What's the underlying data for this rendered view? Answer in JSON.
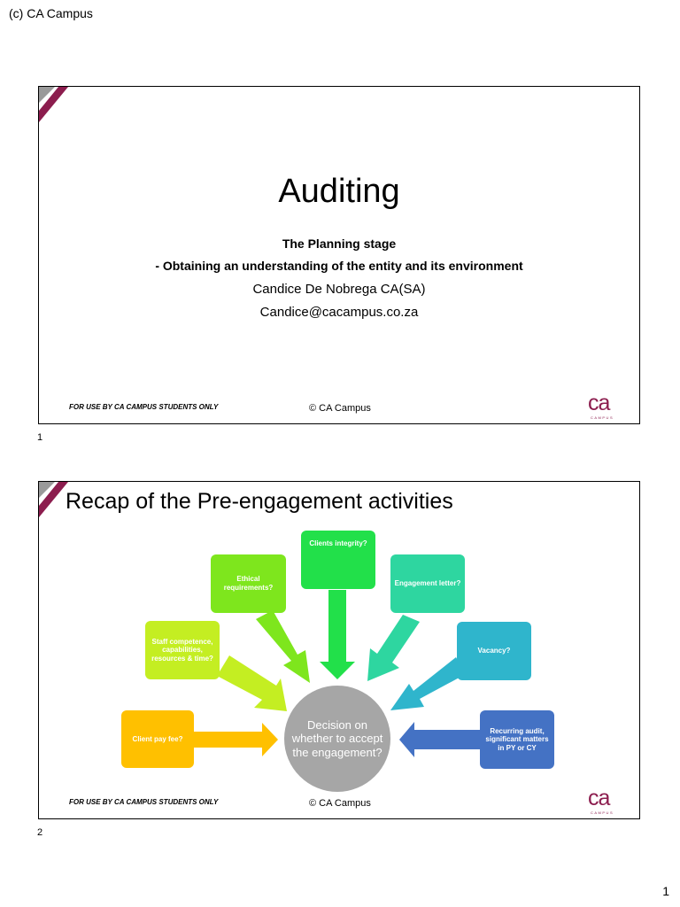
{
  "header": {
    "text": "(c) CA Campus"
  },
  "page_number": "1",
  "slides": [
    {
      "number": "1",
      "title": "Auditing",
      "subtitle1": "The Planning stage",
      "subtitle2": "- Obtaining an understanding of the entity and its environment",
      "author": "Candice De Nobrega CA(SA)",
      "email": "Candice@cacampus.co.za",
      "footer_note": "FOR USE BY CA CAMPUS STUDENTS ONLY",
      "footer_copyright": "© CA Campus",
      "logo": {
        "main": "ca",
        "sub": "CAMPUS"
      }
    },
    {
      "number": "2",
      "title": "Recap of the Pre-engagement activities",
      "center": "Decision on whether to accept the engagement?",
      "boxes": [
        {
          "text": "Client pay fee?",
          "color": "#ffc000"
        },
        {
          "text": "Staff competence, capabilities, resources & time?",
          "color": "#c4ee22"
        },
        {
          "text": "Ethical requirements?",
          "color": "#7ee61d"
        },
        {
          "text": "Clients integrity?",
          "color": "#22e04a"
        },
        {
          "text": "Engagement letter?",
          "color": "#2ed6a0"
        },
        {
          "text": "Vacancy?",
          "color": "#2fb5cc"
        },
        {
          "text": "Recurring audit, significant matters in PY or CY",
          "color": "#4472c4"
        }
      ],
      "footer_note": "FOR USE BY CA CAMPUS STUDENTS ONLY",
      "footer_copyright": "© CA Campus",
      "logo": {
        "main": "ca",
        "sub": "CAMPUS"
      }
    }
  ],
  "colors": {
    "accent_maroon": "#8c1d4e",
    "corner_grey": "#9a9a9a",
    "circle_grey": "#a6a6a6"
  }
}
